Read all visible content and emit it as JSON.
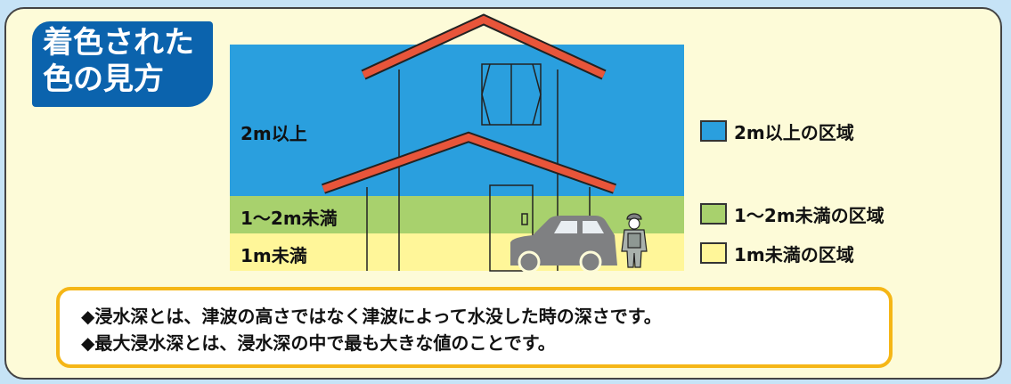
{
  "badge": {
    "line1": "着色された",
    "line2": "色の見方"
  },
  "bands": [
    {
      "label": "2m以上",
      "color": "#2a9fde"
    },
    {
      "label": "1～2m未満",
      "color": "#a8d16d"
    },
    {
      "label": "1m未満",
      "color": "#fff699"
    }
  ],
  "legend": [
    {
      "label": "2m以上の区域",
      "color": "#2a9fde"
    },
    {
      "label": "1～2m未満の区域",
      "color": "#a8d16d"
    },
    {
      "label": "1m未満の区域",
      "color": "#fff699"
    }
  ],
  "notes": [
    "◆浸水深とは、津波の高さではなく津波によって水没した時の深さです。",
    "◆最大浸水深とは、浸水深の中で最も大きな値のことです。"
  ],
  "colors": {
    "roof": "#e8553a",
    "car": "#7f8082",
    "background": "#c6e3f6",
    "panel": "#fdfbd8",
    "badge": "#0b63ad",
    "note_border": "#f5b616"
  }
}
